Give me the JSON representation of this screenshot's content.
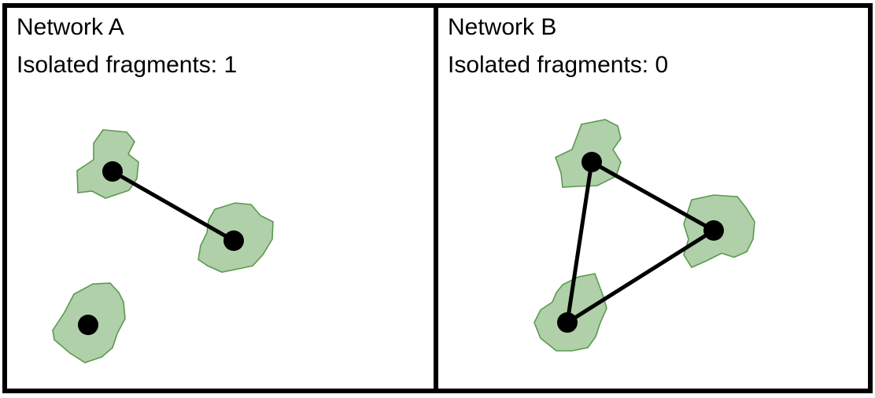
{
  "panels": [
    {
      "title": "Network A",
      "subtitle": "Isolated fragments: 1"
    },
    {
      "title": "Network B",
      "subtitle": "Isolated fragments: 0"
    }
  ],
  "colors": {
    "patch_fill": "#b0d0a9",
    "patch_stroke": "#5a9a4f",
    "node": "#000000",
    "edge": "#000000",
    "border": "#000000"
  }
}
